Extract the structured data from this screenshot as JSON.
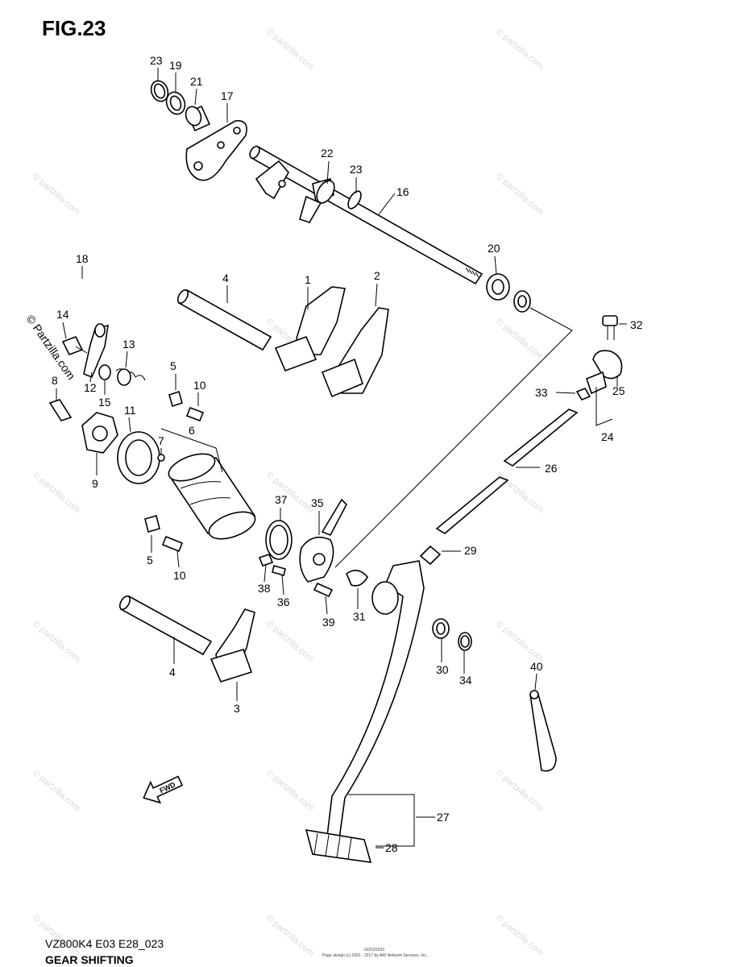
{
  "figure": {
    "title": "FIG.23",
    "model_code": "VZ800K4 E03 E28_023",
    "section_name": "GEAR SHIFTING",
    "fwd_label": "FWD",
    "watermark_text": "© partzilla.com",
    "side_watermark": "© Partzilla.com",
    "small_print_1": "02/01/2023",
    "small_print_2": "Page design (c) 2001 - 2017 by ARI Network Services, Inc."
  },
  "callouts": [
    "23",
    "19",
    "21",
    "17",
    "22",
    "23",
    "16",
    "20",
    "18",
    "4",
    "1",
    "2",
    "32",
    "14",
    "13",
    "12",
    "15",
    "5",
    "10",
    "33",
    "25",
    "8",
    "11",
    "6",
    "24",
    "7",
    "26",
    "9",
    "37",
    "35",
    "29",
    "5",
    "10",
    "38",
    "36",
    "31",
    "39",
    "30",
    "34",
    "40",
    "4",
    "3",
    "27",
    "28"
  ]
}
